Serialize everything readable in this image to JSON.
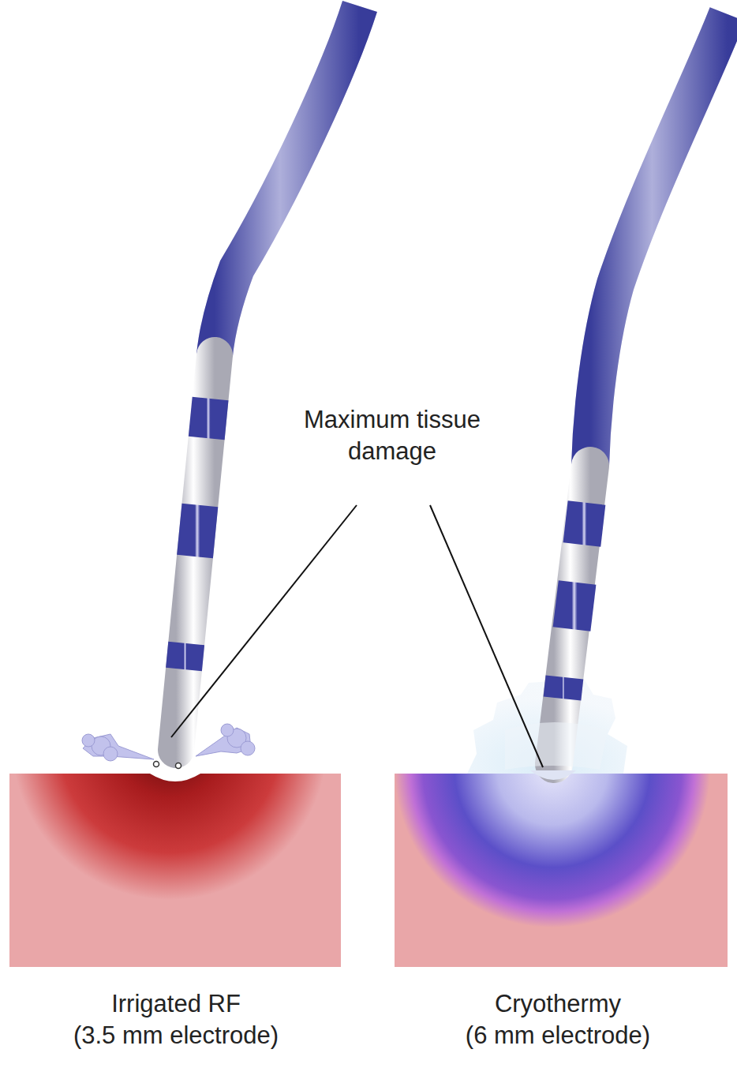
{
  "diagram": {
    "labels": [
      "Maximum tissue damage",
      "Irrigated RF (3.5 mm electrode)",
      "Cryothermy (6 mm electrode)"
    ]
  }
}
